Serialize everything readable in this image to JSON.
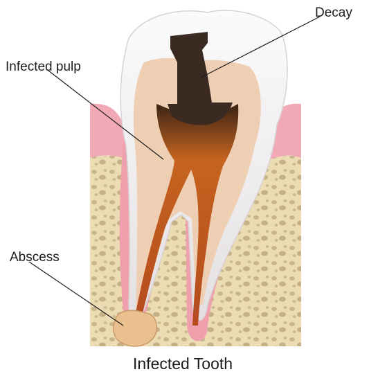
{
  "labels": {
    "decay": "Decay",
    "infected_pulp": "Infected pulp",
    "abscess": "Abscess"
  },
  "caption": "Infected Tooth",
  "colors": {
    "gum": "#f2a9b6",
    "bone": "#ecdcb4",
    "enamel": "#f4f2f3",
    "dentin": "#efcfb4",
    "pulp": "#d8762d",
    "decay": "#3a2a22",
    "abscess": "#e9c08e",
    "leader_line": "#1a1a1a"
  }
}
